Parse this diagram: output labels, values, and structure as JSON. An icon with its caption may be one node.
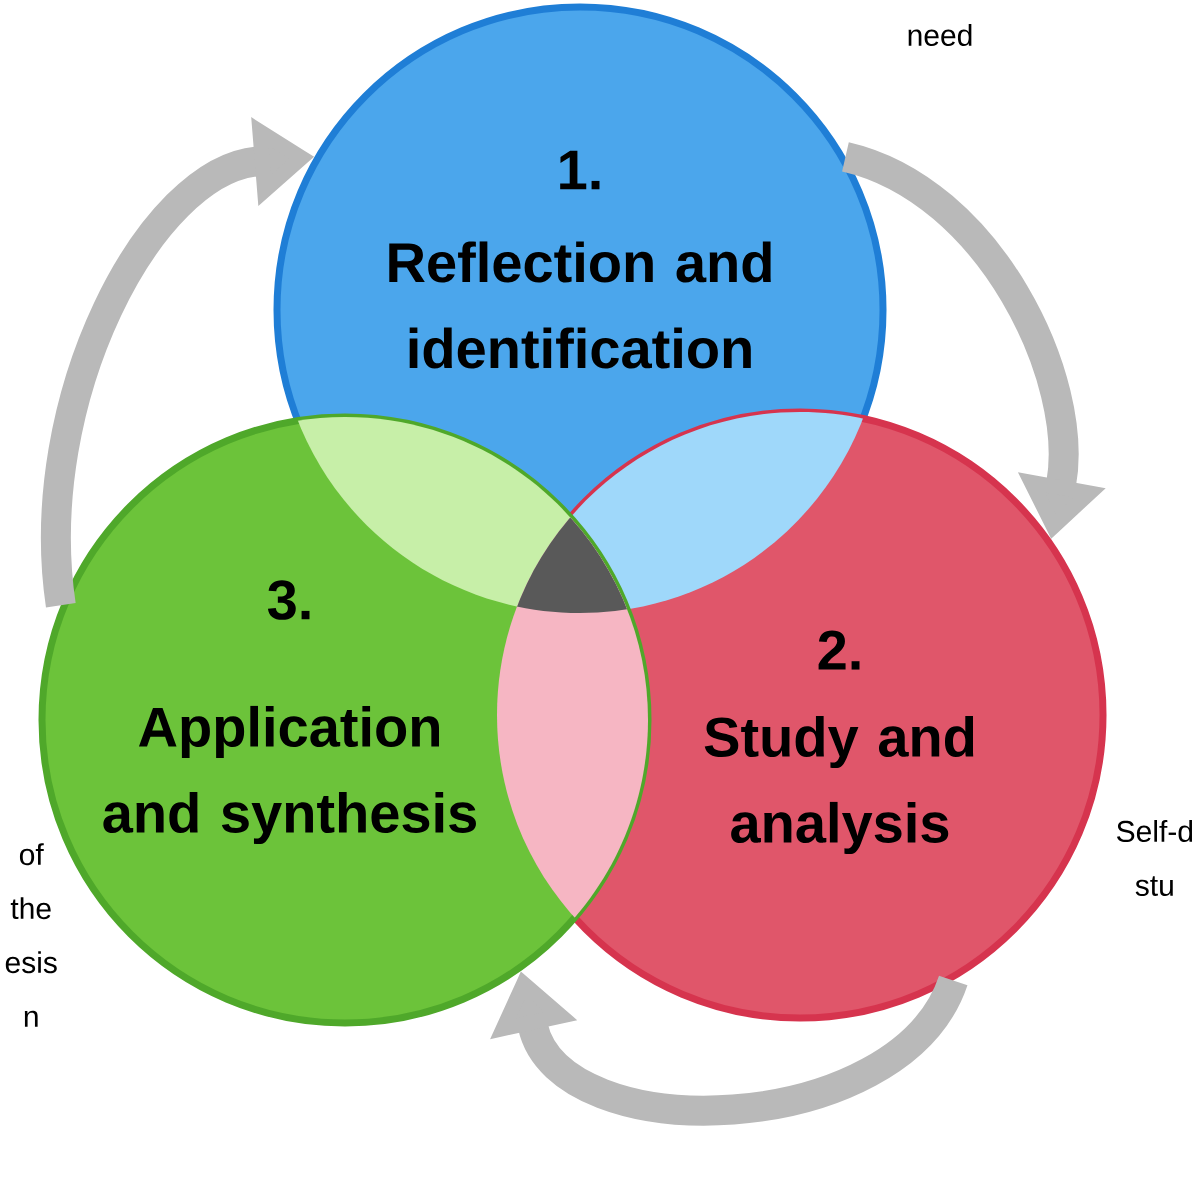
{
  "diagram": {
    "nodes": [
      {
        "text": [
          "1.",
          "Reflection and identification"
        ]
      },
      {
        "text": [
          "2.",
          "Study and analysis"
        ]
      },
      {
        "text": [
          "3.",
          "Application and synthesis"
        ]
      }
    ],
    "edges": [
      {
        "from": 0,
        "to": 1,
        "arrow": "to"
      },
      {
        "from": 1,
        "to": 2,
        "arrow": "to"
      },
      {
        "from": 2,
        "to": 0,
        "arrow": "to"
      }
    ],
    "labels": [
      "need",
      "Self-d stu",
      "of the esis n"
    ]
  }
}
